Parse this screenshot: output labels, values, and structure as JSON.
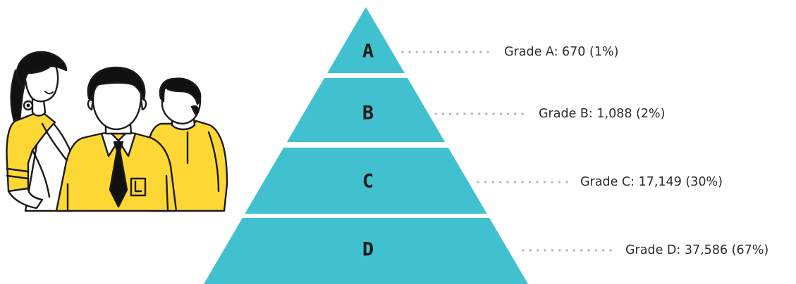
{
  "pyramid": {
    "fill_color": "#41C1CF",
    "dot_color": "#b9b9b9",
    "tiers": [
      {
        "letter": "A",
        "label": "Grade A: 670 (1%)"
      },
      {
        "letter": "B",
        "label": "Grade B: 1,088 (2%)"
      },
      {
        "letter": "C",
        "label": "Grade C: 17,149 (30%)"
      },
      {
        "letter": "D",
        "label": "Grade D: 37,586 (67%)"
      }
    ]
  },
  "illustration": {
    "icon": "students-group-icon",
    "shirt_color": "#FDD835"
  }
}
